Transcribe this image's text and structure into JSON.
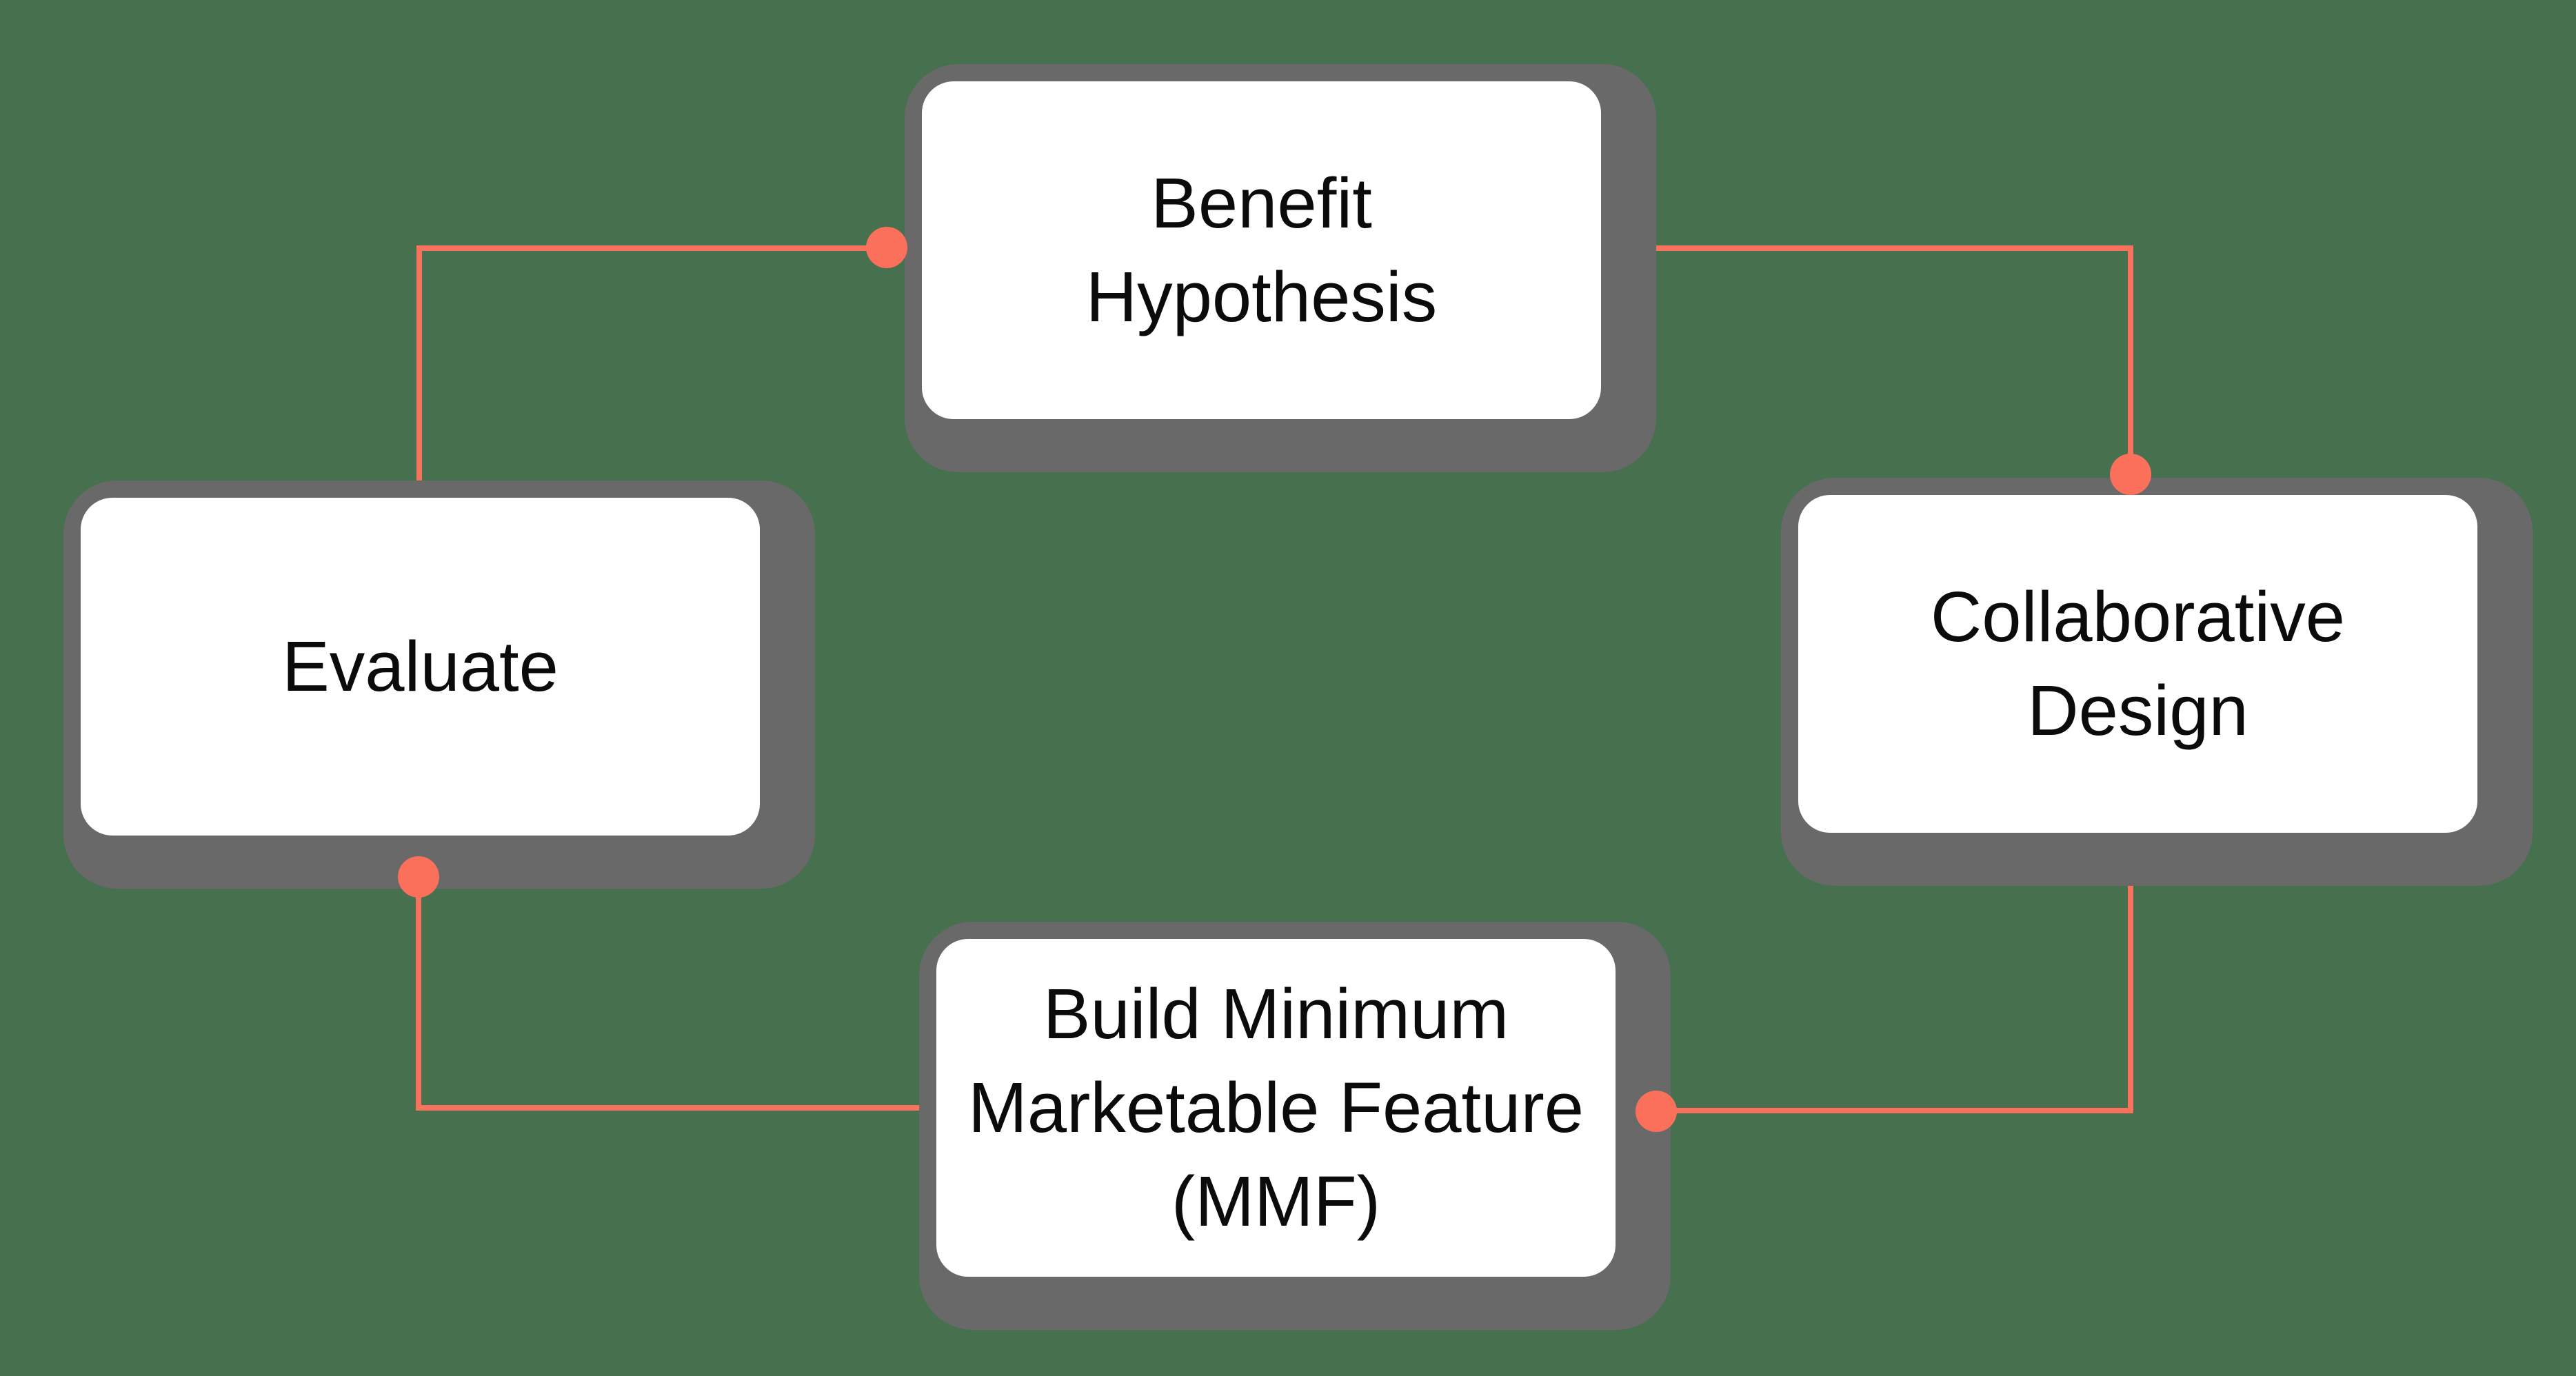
{
  "diagram": {
    "type": "flow-cycle",
    "background_color": "#47704E",
    "card_color": "#FFFFFF",
    "shadow_color": "#696969",
    "connector_color": "#F8735E",
    "dot_color": "#FB705A",
    "text_color": "#0B0B0B",
    "nodes": [
      {
        "id": "benefit-hypothesis",
        "label": "Benefit\nHypothesis"
      },
      {
        "id": "collaborative-design",
        "label": "Collaborative\nDesign"
      },
      {
        "id": "build-mmf",
        "label": "Build Minimum\nMarketable Feature\n(MMF)"
      },
      {
        "id": "evaluate",
        "label": "Evaluate"
      }
    ],
    "connections": [
      {
        "from": "evaluate",
        "to": "benefit-hypothesis"
      },
      {
        "from": "benefit-hypothesis",
        "to": "collaborative-design"
      },
      {
        "from": "collaborative-design",
        "to": "build-mmf"
      },
      {
        "from": "build-mmf",
        "to": "evaluate"
      }
    ]
  }
}
